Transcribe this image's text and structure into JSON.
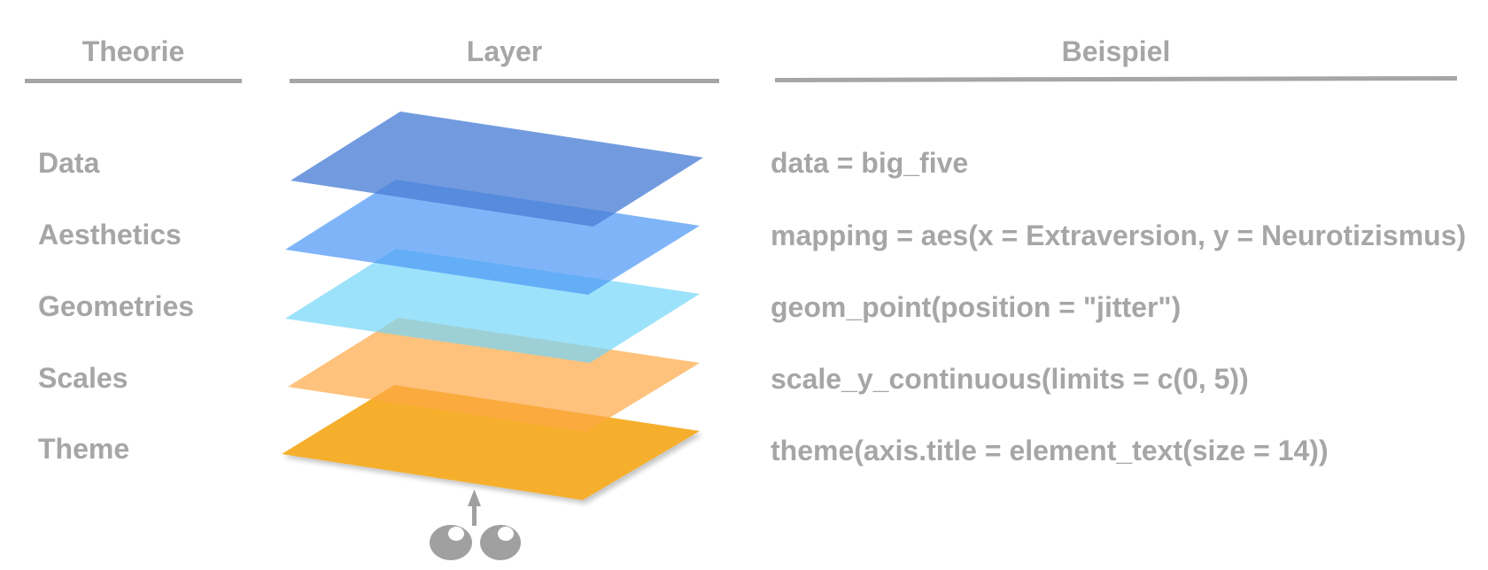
{
  "headers": {
    "theory": "Theorie",
    "layer": "Layer",
    "example": "Beispiel"
  },
  "rows": [
    {
      "theory": "Data",
      "example": "data = big_five",
      "color": "#4a7fd6"
    },
    {
      "theory": "Aesthetics",
      "example": "mapping = aes(x = Extraversion, y = Neurotizismus)",
      "color": "#4d99f5"
    },
    {
      "theory": "Geometries",
      "example": "geom_point(position = \"jitter\")",
      "color": "#74d6fa"
    },
    {
      "theory": "Scales",
      "example": "scale_y_continuous(limits = c(0, 5))",
      "color": "#fda845"
    },
    {
      "theory": "Theme",
      "example": "theme(axis.title = element_text(size = 14))",
      "color": "#f5a91c"
    }
  ],
  "colors": {
    "text": "#a6a6a6",
    "rule": "#a6a6a6",
    "viewer": "#a0a0a0"
  },
  "icons": {
    "viewer": "eyes-icon",
    "direction": "arrow-up-icon"
  }
}
